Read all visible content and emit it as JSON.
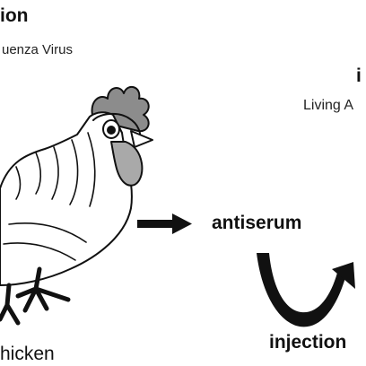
{
  "left_panel": {
    "title": "ion",
    "subtitle": "uenza Virus",
    "animal_label": "hicken"
  },
  "right_panel": {
    "title": "i",
    "subtitle": "Living A"
  },
  "flow": {
    "antiserum_label": "antiserum",
    "injection_label": "injection"
  },
  "icons": {
    "chicken": "chicken-illustration",
    "arrow": "right-arrow",
    "cycle": "u-turn-arrow"
  },
  "colors": {
    "ink": "#111111",
    "comb_gray": "#8c8c8c",
    "face_gray": "#a9a9a9"
  }
}
